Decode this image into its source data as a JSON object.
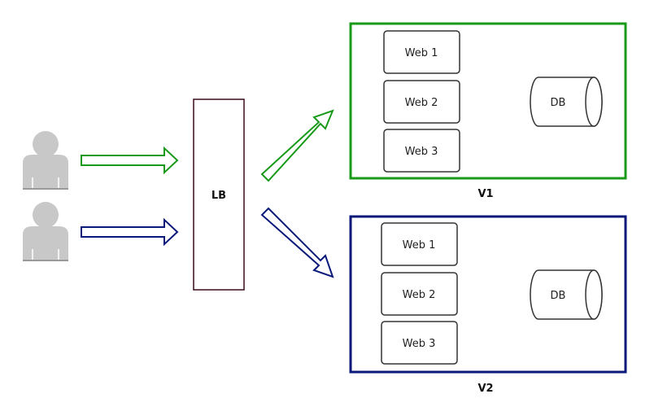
{
  "load_balancer": {
    "label": "LB"
  },
  "users": [
    {
      "icon": "user-icon"
    },
    {
      "icon": "user-icon"
    }
  ],
  "environments": [
    {
      "label": "V1",
      "color": "#1a9a1a",
      "servers": [
        "Web 1",
        "Web 2",
        "Web 3"
      ],
      "database": "DB"
    },
    {
      "label": "V2",
      "color": "#0b1a7a",
      "servers": [
        "Web 1",
        "Web 2",
        "Web 3"
      ],
      "database": "DB"
    }
  ],
  "colors": {
    "lb_border": "#3a0a1a",
    "box_border": "#333333",
    "user_fill": "#c8c8c8"
  }
}
